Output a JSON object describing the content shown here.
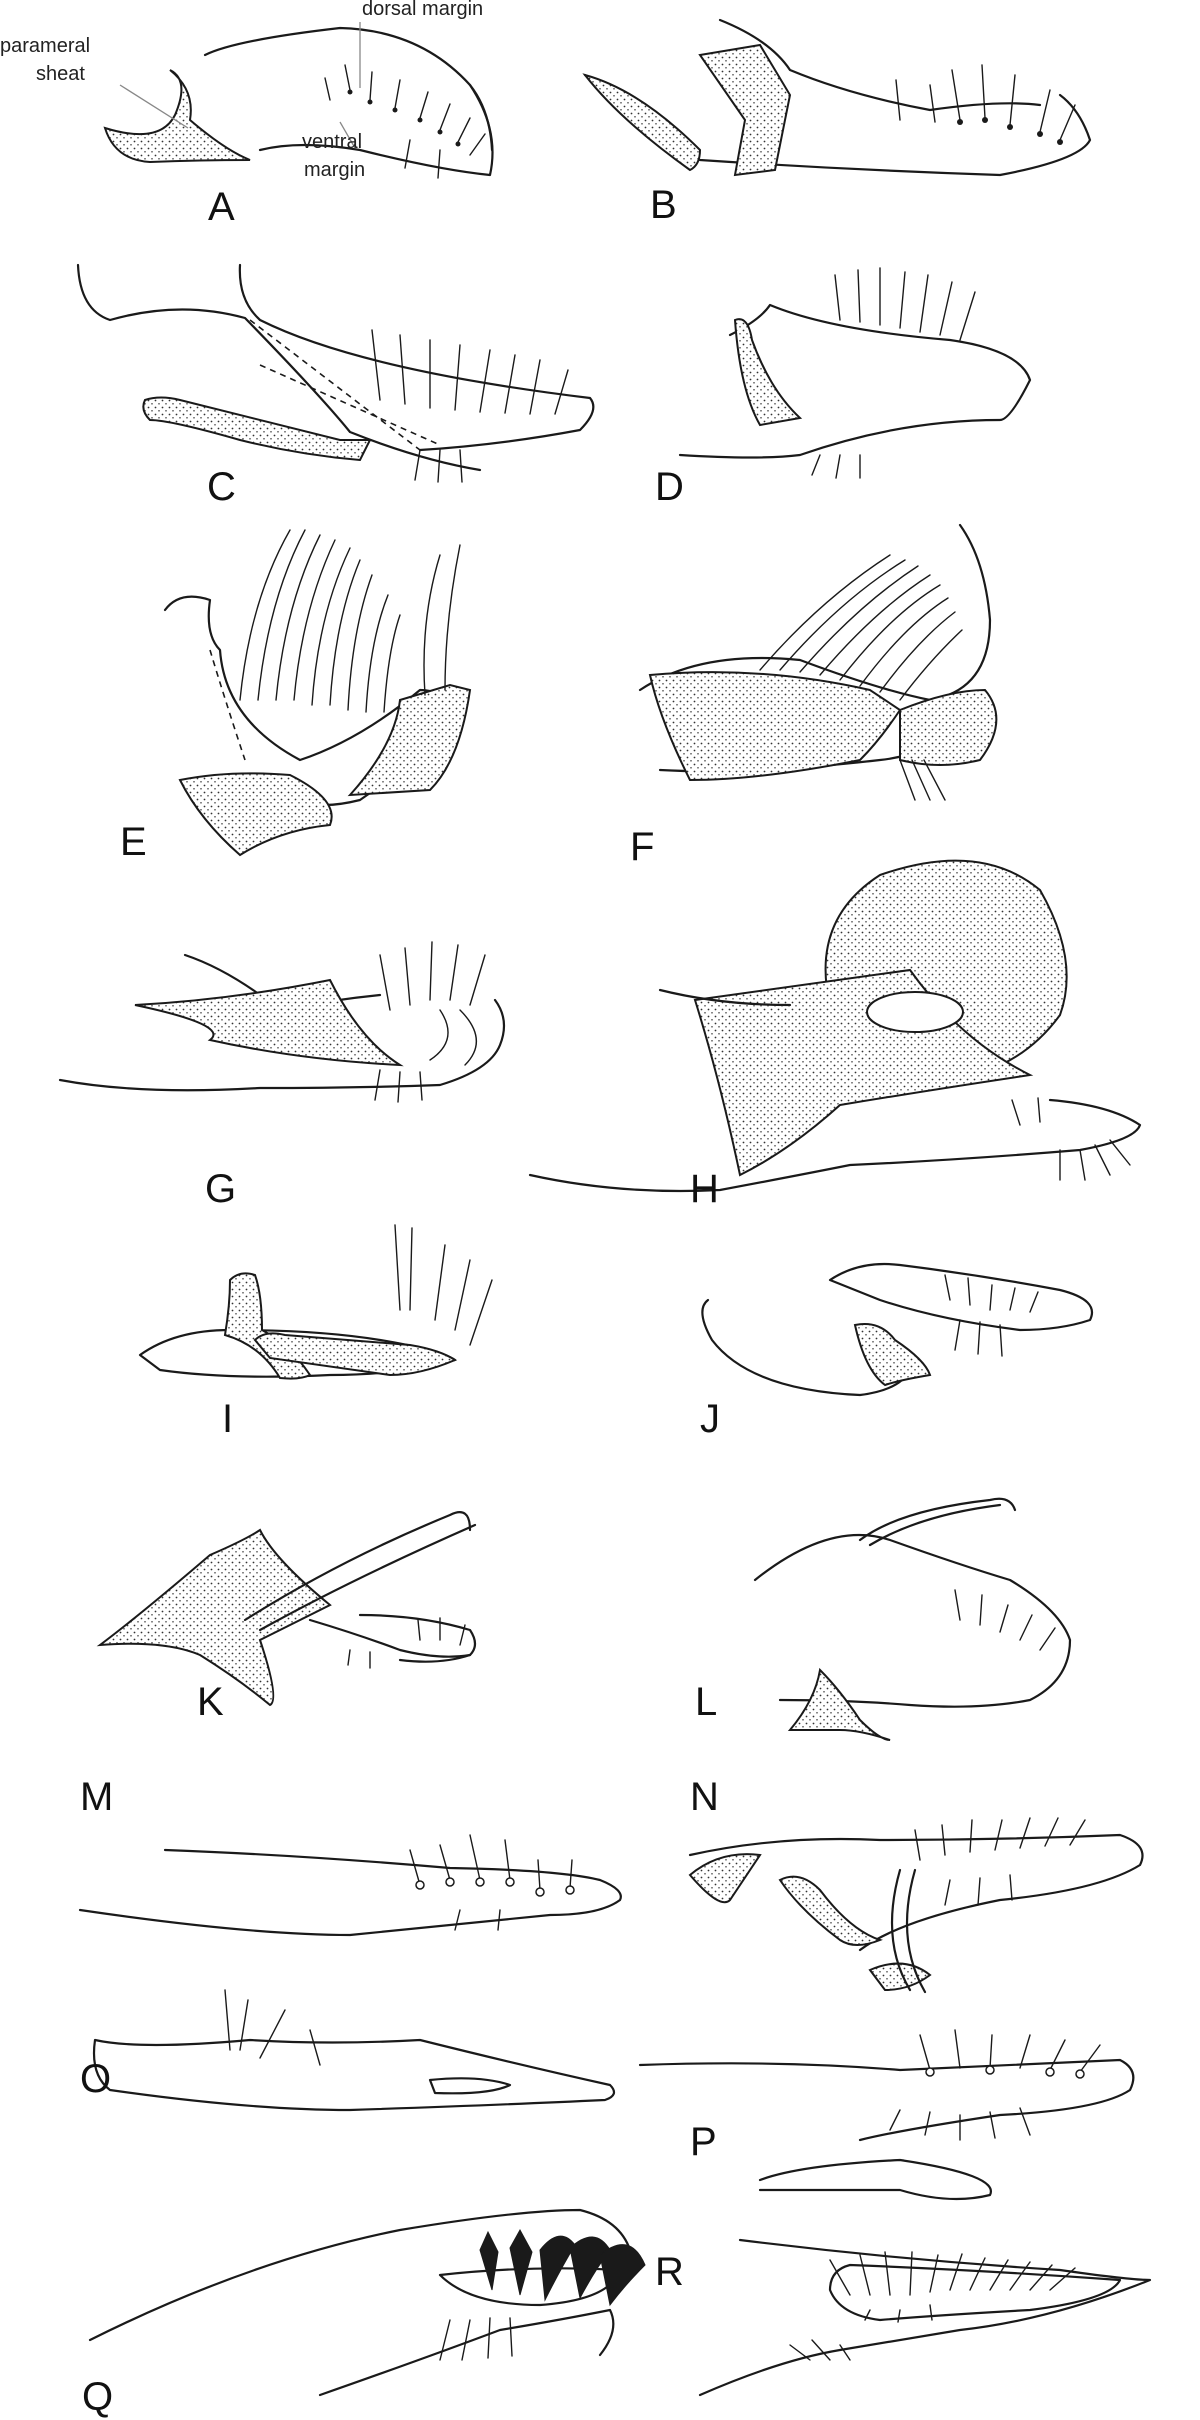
{
  "figure": {
    "annotations": {
      "parameral_sheat_line1": "parameral",
      "parameral_sheat_line2": "sheat",
      "dorsal_margin": "dorsal margin",
      "ventral_margin_line1": "ventral",
      "ventral_margin_line2": "margin"
    },
    "panels": [
      {
        "letter": "A"
      },
      {
        "letter": "B"
      },
      {
        "letter": "C"
      },
      {
        "letter": "D"
      },
      {
        "letter": "E"
      },
      {
        "letter": "F"
      },
      {
        "letter": "G"
      },
      {
        "letter": "H"
      },
      {
        "letter": "I"
      },
      {
        "letter": "J"
      },
      {
        "letter": "K"
      },
      {
        "letter": "L"
      },
      {
        "letter": "M"
      },
      {
        "letter": "N"
      },
      {
        "letter": "O"
      },
      {
        "letter": "P"
      },
      {
        "letter": "Q"
      },
      {
        "letter": "R"
      }
    ]
  }
}
